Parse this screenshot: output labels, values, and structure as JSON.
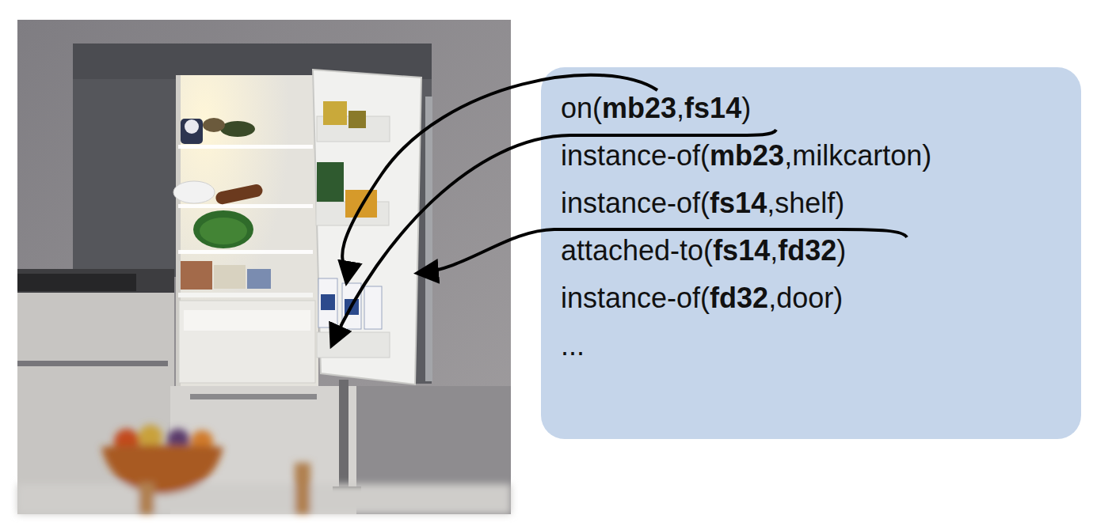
{
  "diagram": {
    "nodes": [
      {
        "text": [
          "on(mb23,fs14)",
          "instance-of(mb23,milkcarton)",
          "instance-of(fs14,shelf)",
          "attached-to(fs14,fd32)",
          "instance-of(fd32,door)",
          "..."
        ]
      }
    ]
  }
}
